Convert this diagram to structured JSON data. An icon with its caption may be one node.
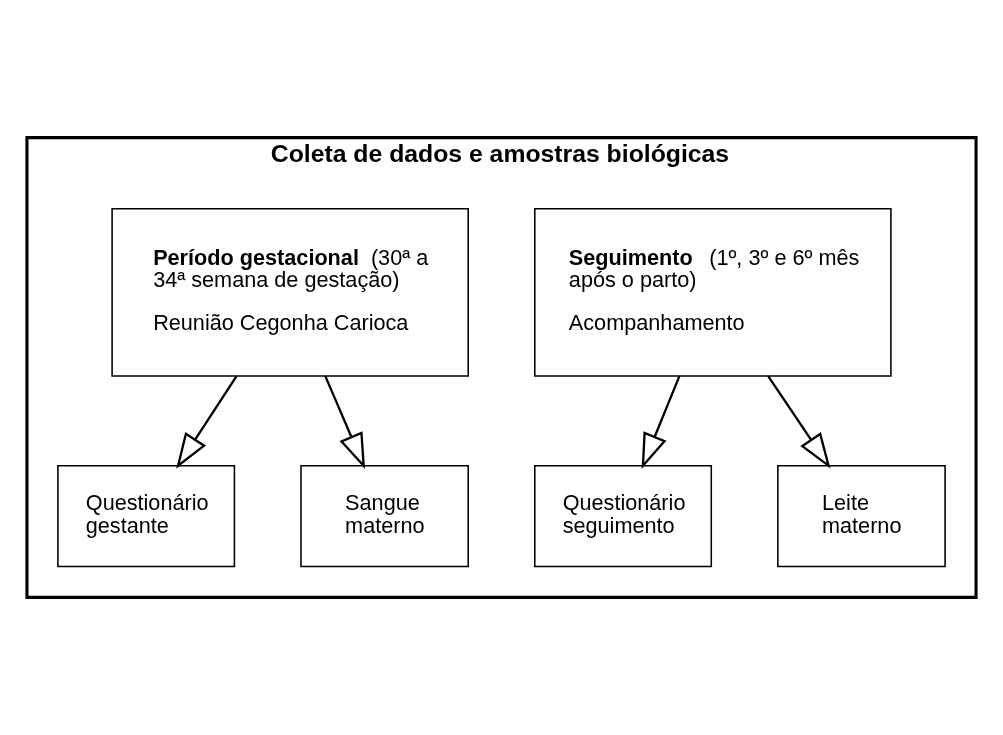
{
  "diagram": {
    "nodes": [
      {
        "text": [
          "Coleta de dados e amostras biológicas"
        ]
      },
      {
        "text": [
          "**Período gestacional** (30ª a 34ª semana de gestação)",
          "Reunião Cegonha Carioca"
        ],
        "in": 0
      },
      {
        "text": [
          "**Seguimento** (1º, 3º e 6º mês após o parto)",
          "Acompanhamento"
        ],
        "in": 0
      },
      {
        "text": [
          "Questionário gestante"
        ],
        "in": 0
      },
      {
        "text": [
          "Sangue materno"
        ],
        "in": 0
      },
      {
        "text": [
          "Questionário seguimento"
        ],
        "in": 0
      },
      {
        "text": [
          "Leite materno"
        ],
        "in": 0
      }
    ],
    "edges": [
      {
        "from": 1,
        "to": 3,
        "arrow": "to"
      },
      {
        "from": 1,
        "to": 4,
        "arrow": "to"
      },
      {
        "from": 2,
        "to": 5,
        "arrow": "to"
      },
      {
        "from": 2,
        "to": 6,
        "arrow": "to"
      }
    ]
  }
}
